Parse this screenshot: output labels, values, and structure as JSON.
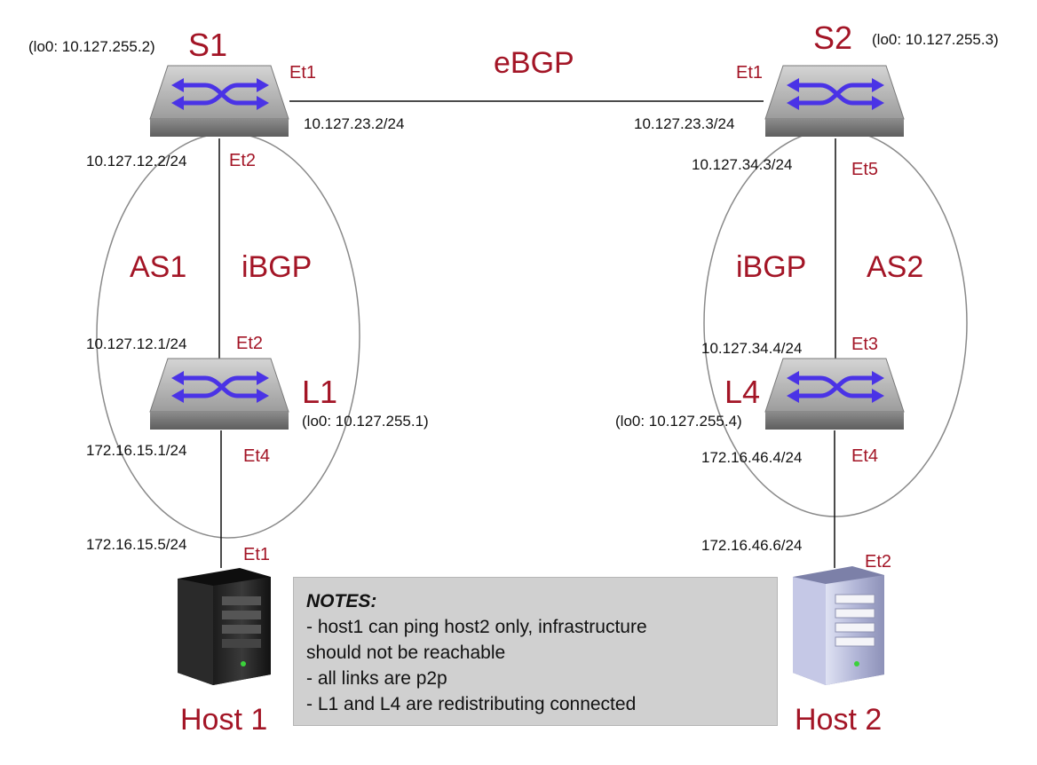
{
  "devices": {
    "s1": {
      "name": "S1",
      "loopback": "(lo0: 10.127.255.2)"
    },
    "s2": {
      "name": "S2",
      "loopback": "(lo0: 10.127.255.3)"
    },
    "l1": {
      "name": "L1",
      "loopback": "(lo0: 10.127.255.1)"
    },
    "l4": {
      "name": "L4",
      "loopback": "(lo0: 10.127.255.4)"
    },
    "host1": {
      "name": "Host 1"
    },
    "host2": {
      "name": "Host 2"
    }
  },
  "links": {
    "s1_s2": {
      "protocol": "eBGP",
      "s1_port": "Et1",
      "s1_ip": "10.127.23.2/24",
      "s2_port": "Et1",
      "s2_ip": "10.127.23.3/24"
    },
    "s1_l1": {
      "protocol": "iBGP",
      "s1_port": "Et2",
      "s1_ip": "10.127.12.2/24",
      "l1_port": "Et2",
      "l1_ip": "10.127.12.1/24"
    },
    "s2_l4": {
      "protocol": "iBGP",
      "s2_port": "Et5",
      "s2_ip": "10.127.34.3/24",
      "l4_port": "Et3",
      "l4_ip": "10.127.34.4/24"
    },
    "l1_host1": {
      "l1_port": "Et4",
      "l1_ip": "172.16.15.1/24",
      "host_port": "Et1",
      "host_ip": "172.16.15.5/24"
    },
    "l4_host2": {
      "l4_port": "Et4",
      "l4_ip": "172.16.46.4/24",
      "host_port": "Et2",
      "host_ip": "172.16.46.6/24"
    }
  },
  "domains": {
    "as1": "AS1",
    "as2": "AS2"
  },
  "notes": {
    "title": "NOTES:",
    "lines": [
      "- host1 can ping host2 only, infrastructure",
      "should not be reachable",
      "- all links are p2p",
      "- L1 and L4 are redistributing connected"
    ]
  },
  "colors": {
    "label": "#a31526",
    "arrow": "#4a33e6",
    "notes_bg": "#d0d0d0"
  }
}
